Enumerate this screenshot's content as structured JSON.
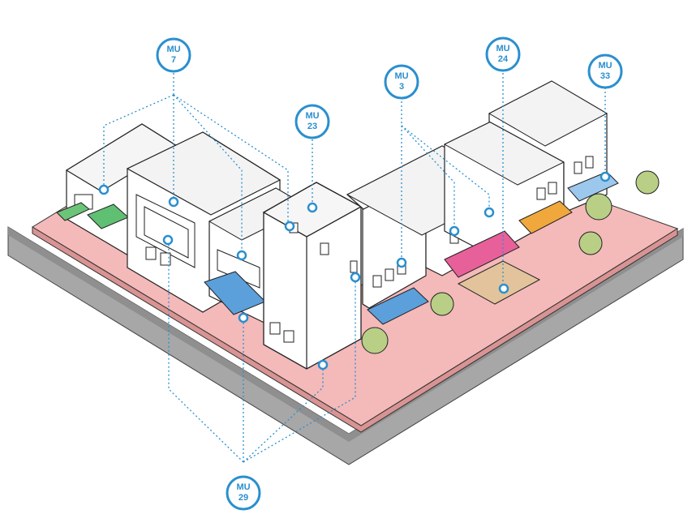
{
  "markers": [
    {
      "id": "mu7",
      "line1": "MU",
      "line2": "7"
    },
    {
      "id": "mu23",
      "line1": "MU",
      "line2": "23"
    },
    {
      "id": "mu3",
      "line1": "MU",
      "line2": "3"
    },
    {
      "id": "mu24",
      "line1": "MU",
      "line2": "24"
    },
    {
      "id": "mu33",
      "line1": "MU",
      "line2": "33"
    },
    {
      "id": "mu29",
      "line1": "MU",
      "line2": "29"
    }
  ],
  "colors": {
    "accent": "#2a8fcf",
    "sidewalk": "#f4b9b9",
    "road": "#a8a8a8",
    "awning_green": "#5fbf73",
    "awning_blue": "#5b9fdb",
    "awning_pink": "#e8609a",
    "awning_orange": "#f0a83c",
    "tree": "#b9cf86"
  }
}
